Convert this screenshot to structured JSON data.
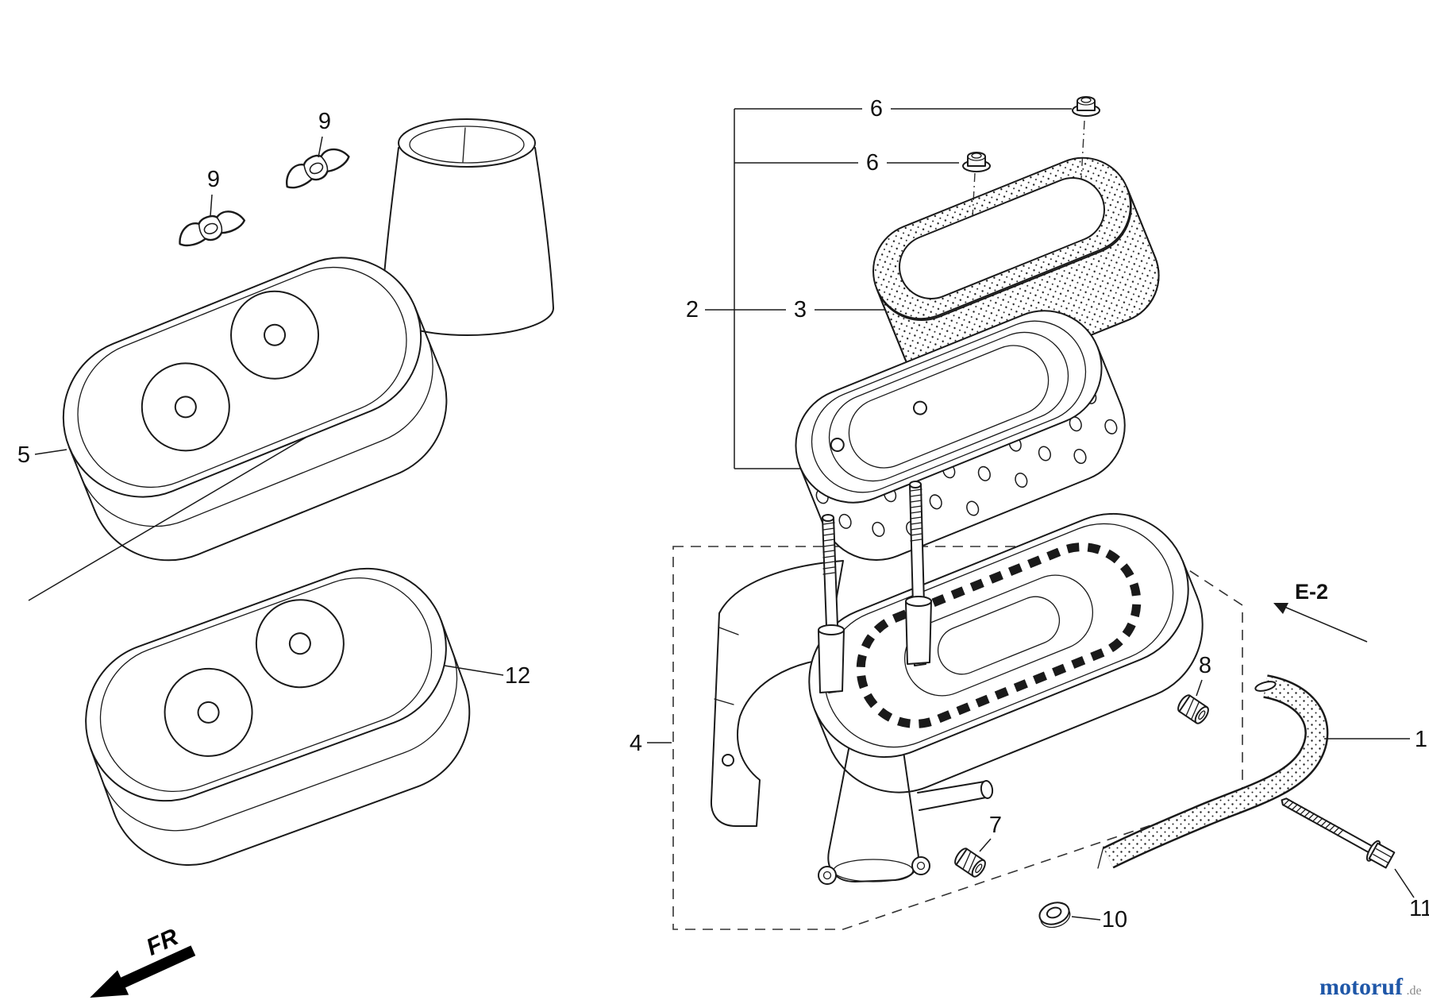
{
  "diagram": {
    "callouts": {
      "p1": "1",
      "p2": "2",
      "p3": "3",
      "p4": "4",
      "p5": "5",
      "p6a": "6",
      "p6b": "6",
      "p7": "7",
      "p8": "8",
      "p9a": "9",
      "p9b": "9",
      "p10": "10",
      "p11": "11",
      "p12": "12"
    },
    "references": {
      "e2": "E-2",
      "front_marker": "FR"
    },
    "watermark": {
      "name": "motoruf",
      "tld": ".de"
    },
    "colors": {
      "line": "#1a1a1a",
      "watermark_blue": "#1f57a8",
      "watermark_gray": "#8a8a8a"
    }
  }
}
